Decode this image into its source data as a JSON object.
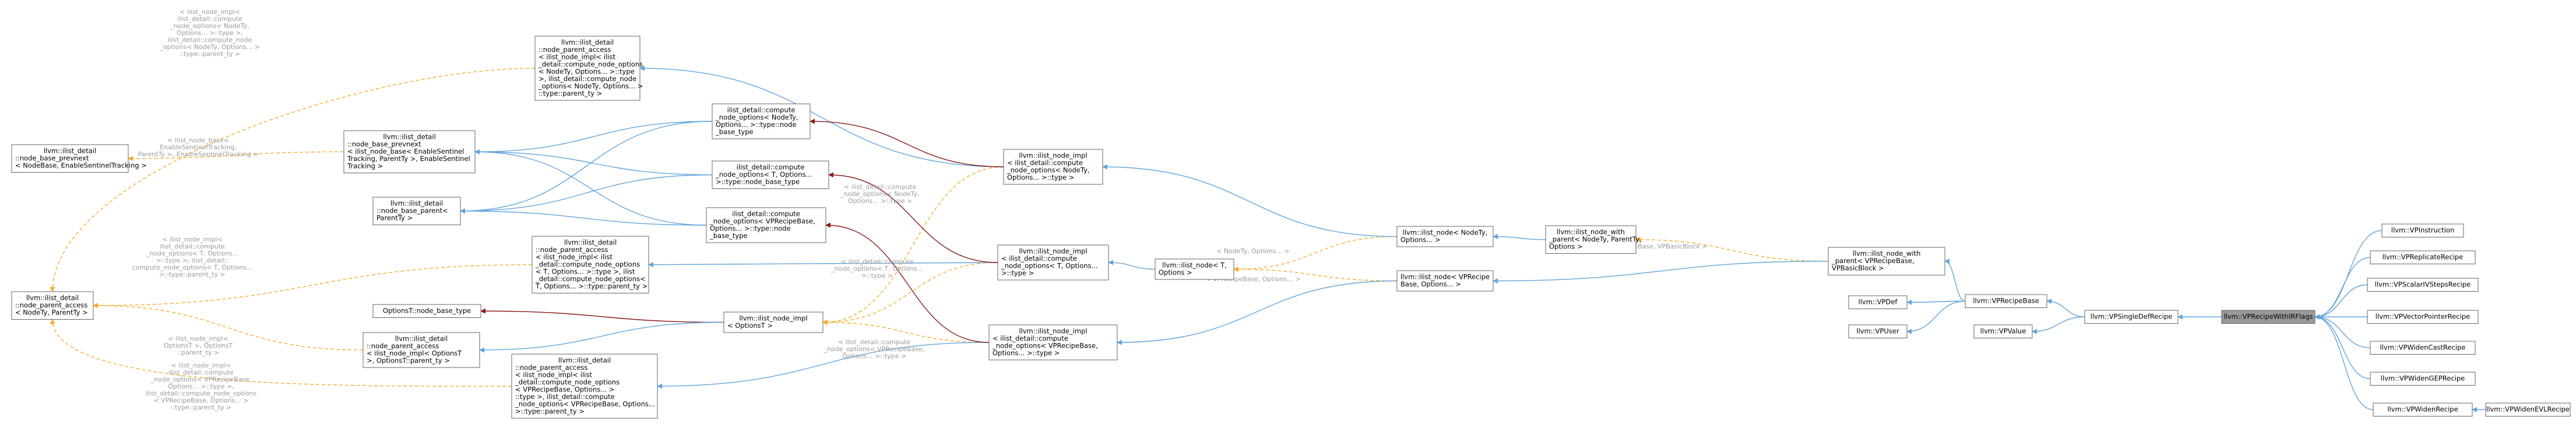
{
  "colors": {
    "public": "#63a5dc",
    "template": "#f5ad2e",
    "protected": "#8b1a1a",
    "node_border": "#666666",
    "focus_fill": "#999999",
    "label": "#9a9a9a"
  },
  "nodes": [
    {
      "id": "n_prevnext",
      "lines": [
        "llvm::ilist_detail",
        "::node_base_prevnext",
        "< NodeBase, EnableSentinelTracking >"
      ]
    },
    {
      "id": "n_parent_access_T",
      "lines": [
        "llvm::ilist_detail",
        "::node_parent_access",
        "< NodeTy, ParentTy >"
      ]
    },
    {
      "id": "n_base_prevnext_parent",
      "lines": [
        "llvm::ilist_detail",
        "::node_base_prevnext",
        "< ilist_node_base< EnableSentinel",
        "Tracking, ParentTy >, EnableSentinel",
        "Tracking >"
      ]
    },
    {
      "id": "n_base_parent",
      "lines": [
        "llvm::ilist_detail",
        "::node_base_parent<",
        "ParentTy >"
      ]
    },
    {
      "id": "n_optT_node_base",
      "lines": [
        "OptionsT::node_base_type"
      ]
    },
    {
      "id": "n_pa_nodety",
      "lines": [
        "llvm::ilist_detail",
        "::node_parent_access",
        "< ilist_node_impl< ilist",
        "_detail::compute_node_options",
        "< NodeTy, Options... >::type",
        ">, ilist_detail::compute_node",
        "_options< NodeTy, Options... >",
        "::type::parent_ty >"
      ]
    },
    {
      "id": "n_cno_nodety",
      "lines": [
        "ilist_detail::compute",
        "_node_options< NodeTy,",
        "Options... >::type::node",
        "_base_type"
      ]
    },
    {
      "id": "n_cno_T",
      "lines": [
        "ilist_detail::compute",
        "_node_options< T, Options...",
        ">::type::node_base_type"
      ]
    },
    {
      "id": "n_cno_vp",
      "lines": [
        "ilist_detail::compute",
        "_node_options< VPRecipeBase,",
        "Options... >::type::node",
        "_base_type"
      ]
    },
    {
      "id": "n_pa_T",
      "lines": [
        "llvm::ilist_detail",
        "::node_parent_access",
        "< ilist_node_impl< ilist",
        "_detail::compute_node_options",
        "< T, Options... >::type >, ilist",
        "_detail::compute_node_options<",
        "T, Options... >::type::parent_ty >"
      ]
    },
    {
      "id": "n_pa_optT",
      "lines": [
        "llvm::ilist_detail",
        "::node_parent_access",
        "< ilist_node_impl< OptionsT",
        ">, OptionsT::parent_ty >"
      ]
    },
    {
      "id": "n_pa_vp",
      "lines": [
        "llvm::ilist_detail",
        "::node_parent_access",
        "< ilist_node_impl< ilist",
        "_detail::compute_node_options",
        "< VPRecipeBase, Options... >",
        "::type >, ilist_detail::compute",
        "_node_options< VPRecipeBase, Options...",
        ">::type::parent_ty >"
      ]
    },
    {
      "id": "n_impl_optT",
      "lines": [
        "llvm::ilist_node_impl",
        "< OptionsT >"
      ]
    },
    {
      "id": "n_impl_nodety",
      "lines": [
        "llvm::ilist_node_impl",
        "< ilist_detail::compute",
        "_node_options< NodeTy,",
        "Options... >::type >"
      ]
    },
    {
      "id": "n_impl_T",
      "lines": [
        "llvm::ilist_node_impl",
        "< ilist_detail::compute",
        "_node_options< T, Options...",
        ">::type >"
      ]
    },
    {
      "id": "n_impl_vp",
      "lines": [
        "llvm::ilist_node_impl",
        "< ilist_detail::compute",
        "_node_options< VPRecipeBase,",
        "Options... >::type >"
      ]
    },
    {
      "id": "n_node_T",
      "lines": [
        "llvm::ilist_node< T,",
        "Options >"
      ]
    },
    {
      "id": "n_node_nodety",
      "lines": [
        "llvm::ilist_node< NodeTy,",
        "Options... >"
      ]
    },
    {
      "id": "n_node_vp",
      "lines": [
        "llvm::ilist_node< VPRecipe",
        "Base, Options... >"
      ]
    },
    {
      "id": "n_nwp_nodety",
      "lines": [
        "llvm::ilist_node_with",
        "_parent< NodeTy, ParentTy,",
        "Options >"
      ]
    },
    {
      "id": "n_nwp_vp",
      "lines": [
        "llvm::ilist_node_with",
        "_parent< VPRecipeBase,",
        "VPBasicBlock >"
      ]
    },
    {
      "id": "n_vpdef",
      "lines": [
        "llvm::VPDef"
      ]
    },
    {
      "id": "n_vpuser",
      "lines": [
        "llvm::VPUser"
      ]
    },
    {
      "id": "n_vpvalue",
      "lines": [
        "llvm::VPValue"
      ]
    },
    {
      "id": "n_vprecipebase",
      "lines": [
        "llvm::VPRecipeBase"
      ]
    },
    {
      "id": "n_vpsingledef",
      "lines": [
        "llvm::VPSingleDefRecipe"
      ]
    },
    {
      "id": "n_focus",
      "lines": [
        "llvm::VPRecipeWithIRFlags"
      ]
    },
    {
      "id": "n_vpinstruction",
      "lines": [
        "llvm::VPInstruction"
      ]
    },
    {
      "id": "n_vpreplicate",
      "lines": [
        "llvm::VPReplicateRecipe"
      ]
    },
    {
      "id": "n_vpscalarivsteps",
      "lines": [
        "llvm::VPScalarIVStepsRecipe"
      ]
    },
    {
      "id": "n_vpvectorpointer",
      "lines": [
        "llvm::VPVectorPointerRecipe"
      ]
    },
    {
      "id": "n_vpwidencast",
      "lines": [
        "llvm::VPWidenCastRecipe"
      ]
    },
    {
      "id": "n_vpwidengep",
      "lines": [
        "llvm::VPWidenGEPRecipe"
      ]
    },
    {
      "id": "n_vpwiden",
      "lines": [
        "llvm::VPWidenRecipe"
      ]
    },
    {
      "id": "n_vpwidenevl",
      "lines": [
        "llvm::VPWidenEVLRecipe"
      ]
    }
  ],
  "edge_labels": [
    {
      "id": "l_pa_nodety",
      "lines": [
        "< ilist_node_impl<",
        "ilist_detail::compute",
        "_node_options< NodeTy,",
        "Options... >::type >,",
        "ilist_detail::compute_node",
        "_options< NodeTy, Options... >",
        "::type::parent_ty >"
      ]
    },
    {
      "id": "l_node_base",
      "lines": [
        "< ilist_node_base<",
        "EnableSentinelTracking,",
        "ParentTy >, EnableSentinelTracking >"
      ]
    },
    {
      "id": "l_pa_T",
      "lines": [
        "< ilist_node_impl<",
        "ilist_detail::compute",
        "_node_options< T, Options...",
        ">::type >, ilist_detail::",
        "compute_node_options< T, Options...",
        ">::type::parent_ty >"
      ]
    },
    {
      "id": "l_pa_optT",
      "lines": [
        "< ilist_node_impl<",
        "OptionsT >, OptionsT",
        "::parent_ty >"
      ]
    },
    {
      "id": "l_pa_vp",
      "lines": [
        "< ilist_node_impl<",
        "ilist_detail::compute",
        "_node_options< VPRecipeBase,",
        "Options... >::type >,",
        "ilist_detail::compute_node_options",
        "< VPRecipeBase, Options... >",
        "::type::parent_ty >"
      ]
    },
    {
      "id": "l_impl_nodety",
      "lines": [
        "< ilist_detail::compute",
        "_node_options< NodeTy,",
        "Options... >::type >"
      ]
    },
    {
      "id": "l_impl_T",
      "lines": [
        "< ilist_detail::compute",
        "_node_options< T, Options...",
        ">::type >"
      ]
    },
    {
      "id": "l_impl_vp",
      "lines": [
        "< ilist_detail::compute",
        "_node_options< VPRecipeBase,",
        "Options... >::type >"
      ]
    },
    {
      "id": "l_node_nodety",
      "lines": [
        "< NodeTy, Options... >"
      ]
    },
    {
      "id": "l_node_vp",
      "lines": [
        "< VPRecipeBase, Options... >"
      ]
    },
    {
      "id": "l_nwp_vp",
      "lines": [
        "< VPRecipeBase, VPBasicBlock >"
      ]
    }
  ]
}
